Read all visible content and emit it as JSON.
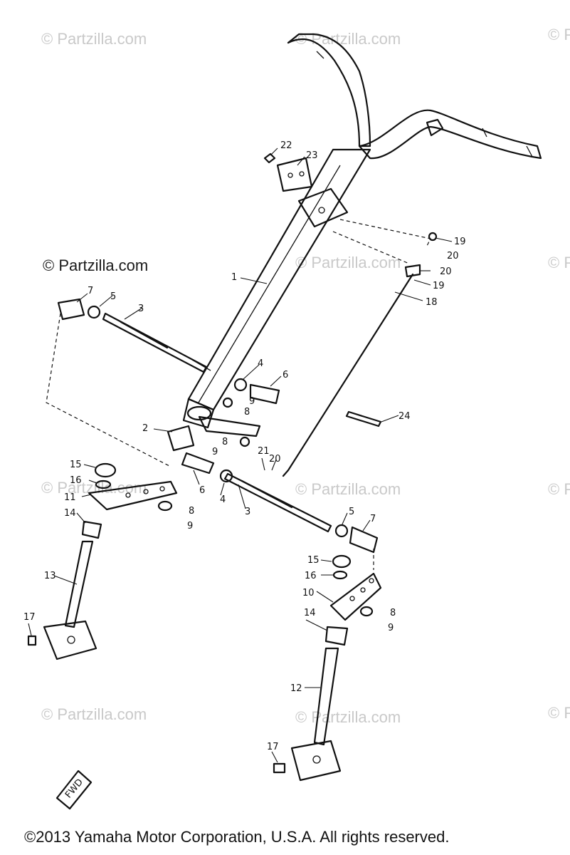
{
  "watermarks": [
    "© Partzilla.com",
    "© Partzilla.com",
    "© P",
    "© Partzilla.com",
    "© P",
    "© Partzilla.com",
    "© Partzilla.com",
    "© P",
    "© Partzilla.com",
    "© Partzilla.com",
    "© P"
  ],
  "main_watermark": "© Partzilla.com",
  "copyright": "©2013 Yamaha Motor Corporation, U.S.A. All rights reserved.",
  "fwd_label": "FWD",
  "callouts": {
    "c1": "1",
    "c2": "2",
    "c3a": "3",
    "c3b": "3",
    "c4a": "4",
    "c4b": "4",
    "c5a": "5",
    "c5b": "5",
    "c6a": "6",
    "c6b": "6",
    "c7a": "7",
    "c7b": "7",
    "c8a": "8",
    "c8b": "8",
    "c8c": "8",
    "c8d": "8",
    "c9a": "9",
    "c9b": "9",
    "c9c": "9",
    "c9d": "9",
    "c10": "10",
    "c11": "11",
    "c12": "12",
    "c13": "13",
    "c14a": "14",
    "c14b": "14",
    "c15a": "15",
    "c15b": "15",
    "c16a": "16",
    "c16b": "16",
    "c17a": "17",
    "c17b": "17",
    "c18": "18",
    "c19a": "19",
    "c19b": "19",
    "c20a": "20",
    "c20b": "20",
    "c20c": "20",
    "c21": "21",
    "c22": "22",
    "c23": "23",
    "c24": "24"
  }
}
